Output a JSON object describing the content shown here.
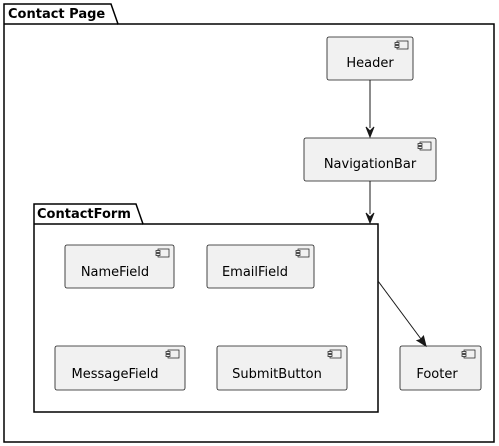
{
  "diagram": {
    "packages": [
      {
        "id": "contact-page",
        "label": "Contact Page"
      },
      {
        "id": "contact-form",
        "label": "ContactForm"
      }
    ],
    "components": [
      {
        "id": "header",
        "label": "Header"
      },
      {
        "id": "navigation-bar",
        "label": "NavigationBar"
      },
      {
        "id": "name-field",
        "label": "NameField"
      },
      {
        "id": "email-field",
        "label": "EmailField"
      },
      {
        "id": "message-field",
        "label": "MessageField"
      },
      {
        "id": "submit-button",
        "label": "SubmitButton"
      },
      {
        "id": "footer",
        "label": "Footer"
      }
    ],
    "relations": [
      {
        "from": "Header",
        "to": "NavigationBar"
      },
      {
        "from": "NavigationBar",
        "to": "ContactForm"
      },
      {
        "from": "ContactForm",
        "to": "Footer"
      }
    ],
    "colors": {
      "component_fill": "#f1f1f1",
      "component_border": "#181818",
      "package_border": "#000000",
      "background": "#ffffff"
    }
  }
}
